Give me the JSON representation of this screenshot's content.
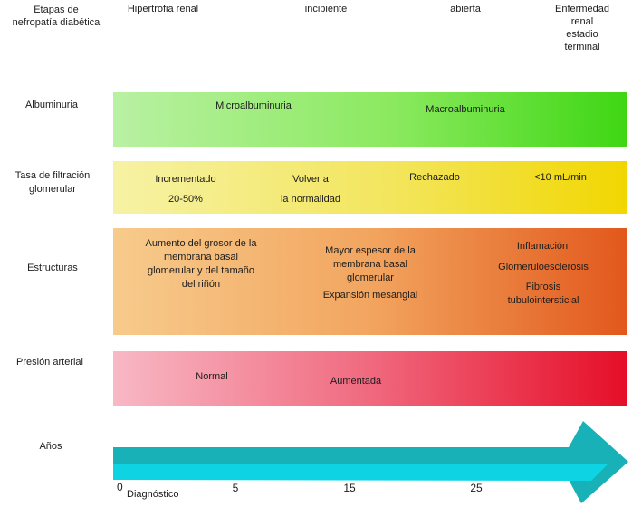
{
  "header": {
    "corner": "Etapas de\nnefropatía diabética",
    "stages": [
      {
        "label": "Hipertrofia renal"
      },
      {
        "label": "incipiente"
      },
      {
        "label": "abierta"
      },
      {
        "label": "Enfermedad\nrenal estadio\nterminal"
      }
    ]
  },
  "rows": [
    {
      "label": "Albuminuria",
      "colors": {
        "left": "#b9f1a3",
        "right": "#3fd614"
      },
      "entries": [
        "Microalbuminuria",
        "Macroalbuminuria"
      ]
    },
    {
      "label": "Tasa de filtración\nglomerular",
      "colors": {
        "left": "#f6f2a4",
        "right": "#f1d701"
      },
      "entries": [
        "Incrementado\n20-50%",
        "Volver a\nla normalidad",
        "Rechazado",
        "<10 mL/min"
      ]
    },
    {
      "label": "Estructuras",
      "colors": {
        "left": "#f7cb8c",
        "right": "#e2581c"
      },
      "entries": [
        "Aumento del grosor de la\nmembrana basal\nglomerular y del tamaño\ndel riñón",
        "Mayor espesor de la\nmembrana basal\nglomerular",
        "Expansión mesangial",
        "Inflamación",
        "Glomeruloesclerosis",
        "Fibrosis tubulointersticial"
      ]
    },
    {
      "label": "Presión arterial",
      "colors": {
        "left": "#f8b8c5",
        "right": "#e60e28"
      },
      "entries": [
        "Normal",
        "Aumentada"
      ]
    }
  ],
  "timeline": {
    "label": "Años",
    "ticks": [
      "0",
      "5",
      "15",
      "25"
    ],
    "diagnosis": "Diagnóstico",
    "arrow_colors": {
      "dark": "#17b1b7",
      "light": "#0ed3e3"
    }
  }
}
